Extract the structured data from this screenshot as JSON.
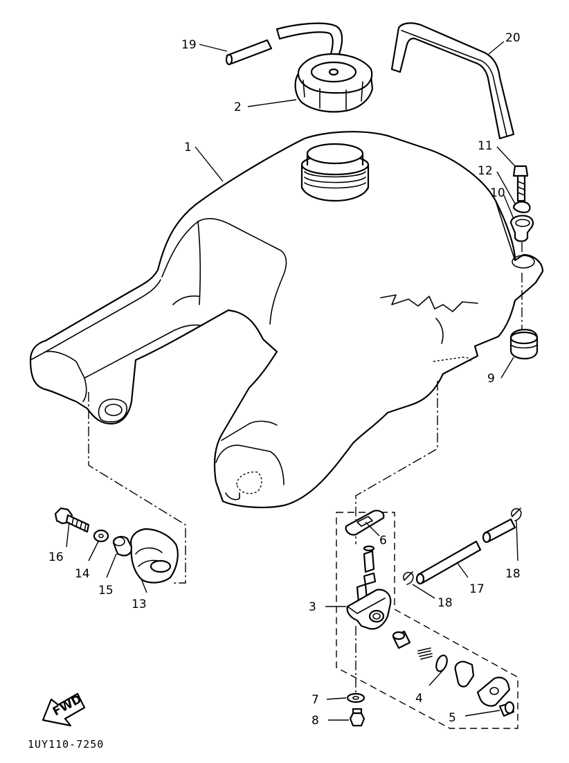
{
  "diagram": {
    "drawing_code": "1UY110-7250",
    "fwd_badge": "FWD",
    "parts": [
      {
        "id": "1",
        "name": "fuel-tank"
      },
      {
        "id": "2",
        "name": "fuel-cap"
      },
      {
        "id": "3",
        "name": "fuel-cock-assembly"
      },
      {
        "id": "4",
        "name": "gasket"
      },
      {
        "id": "5",
        "name": "screw"
      },
      {
        "id": "6",
        "name": "fuel-cock-gasket"
      },
      {
        "id": "7",
        "name": "washer"
      },
      {
        "id": "8",
        "name": "drain-bolt"
      },
      {
        "id": "9",
        "name": "damper"
      },
      {
        "id": "10",
        "name": "collar"
      },
      {
        "id": "11",
        "name": "bolt"
      },
      {
        "id": "12",
        "name": "washer"
      },
      {
        "id": "13",
        "name": "damper"
      },
      {
        "id": "14",
        "name": "washer"
      },
      {
        "id": "15",
        "name": "collar"
      },
      {
        "id": "16",
        "name": "bolt"
      },
      {
        "id": "17",
        "name": "fuel-pipe"
      },
      {
        "id": "18",
        "name": "clip"
      },
      {
        "id": "19",
        "name": "breather-hose"
      },
      {
        "id": "20",
        "name": "tank-band"
      }
    ]
  },
  "labels": {
    "l1": "1",
    "l2": "2",
    "l3": "3",
    "l4": "4",
    "l5": "5",
    "l6": "6",
    "l7": "7",
    "l8": "8",
    "l9": "9",
    "l10": "10",
    "l11": "11",
    "l12": "12",
    "l13": "13",
    "l14": "14",
    "l15": "15",
    "l16": "16",
    "l17": "17",
    "l18a": "18",
    "l18b": "18",
    "l19": "19",
    "l20": "20"
  }
}
